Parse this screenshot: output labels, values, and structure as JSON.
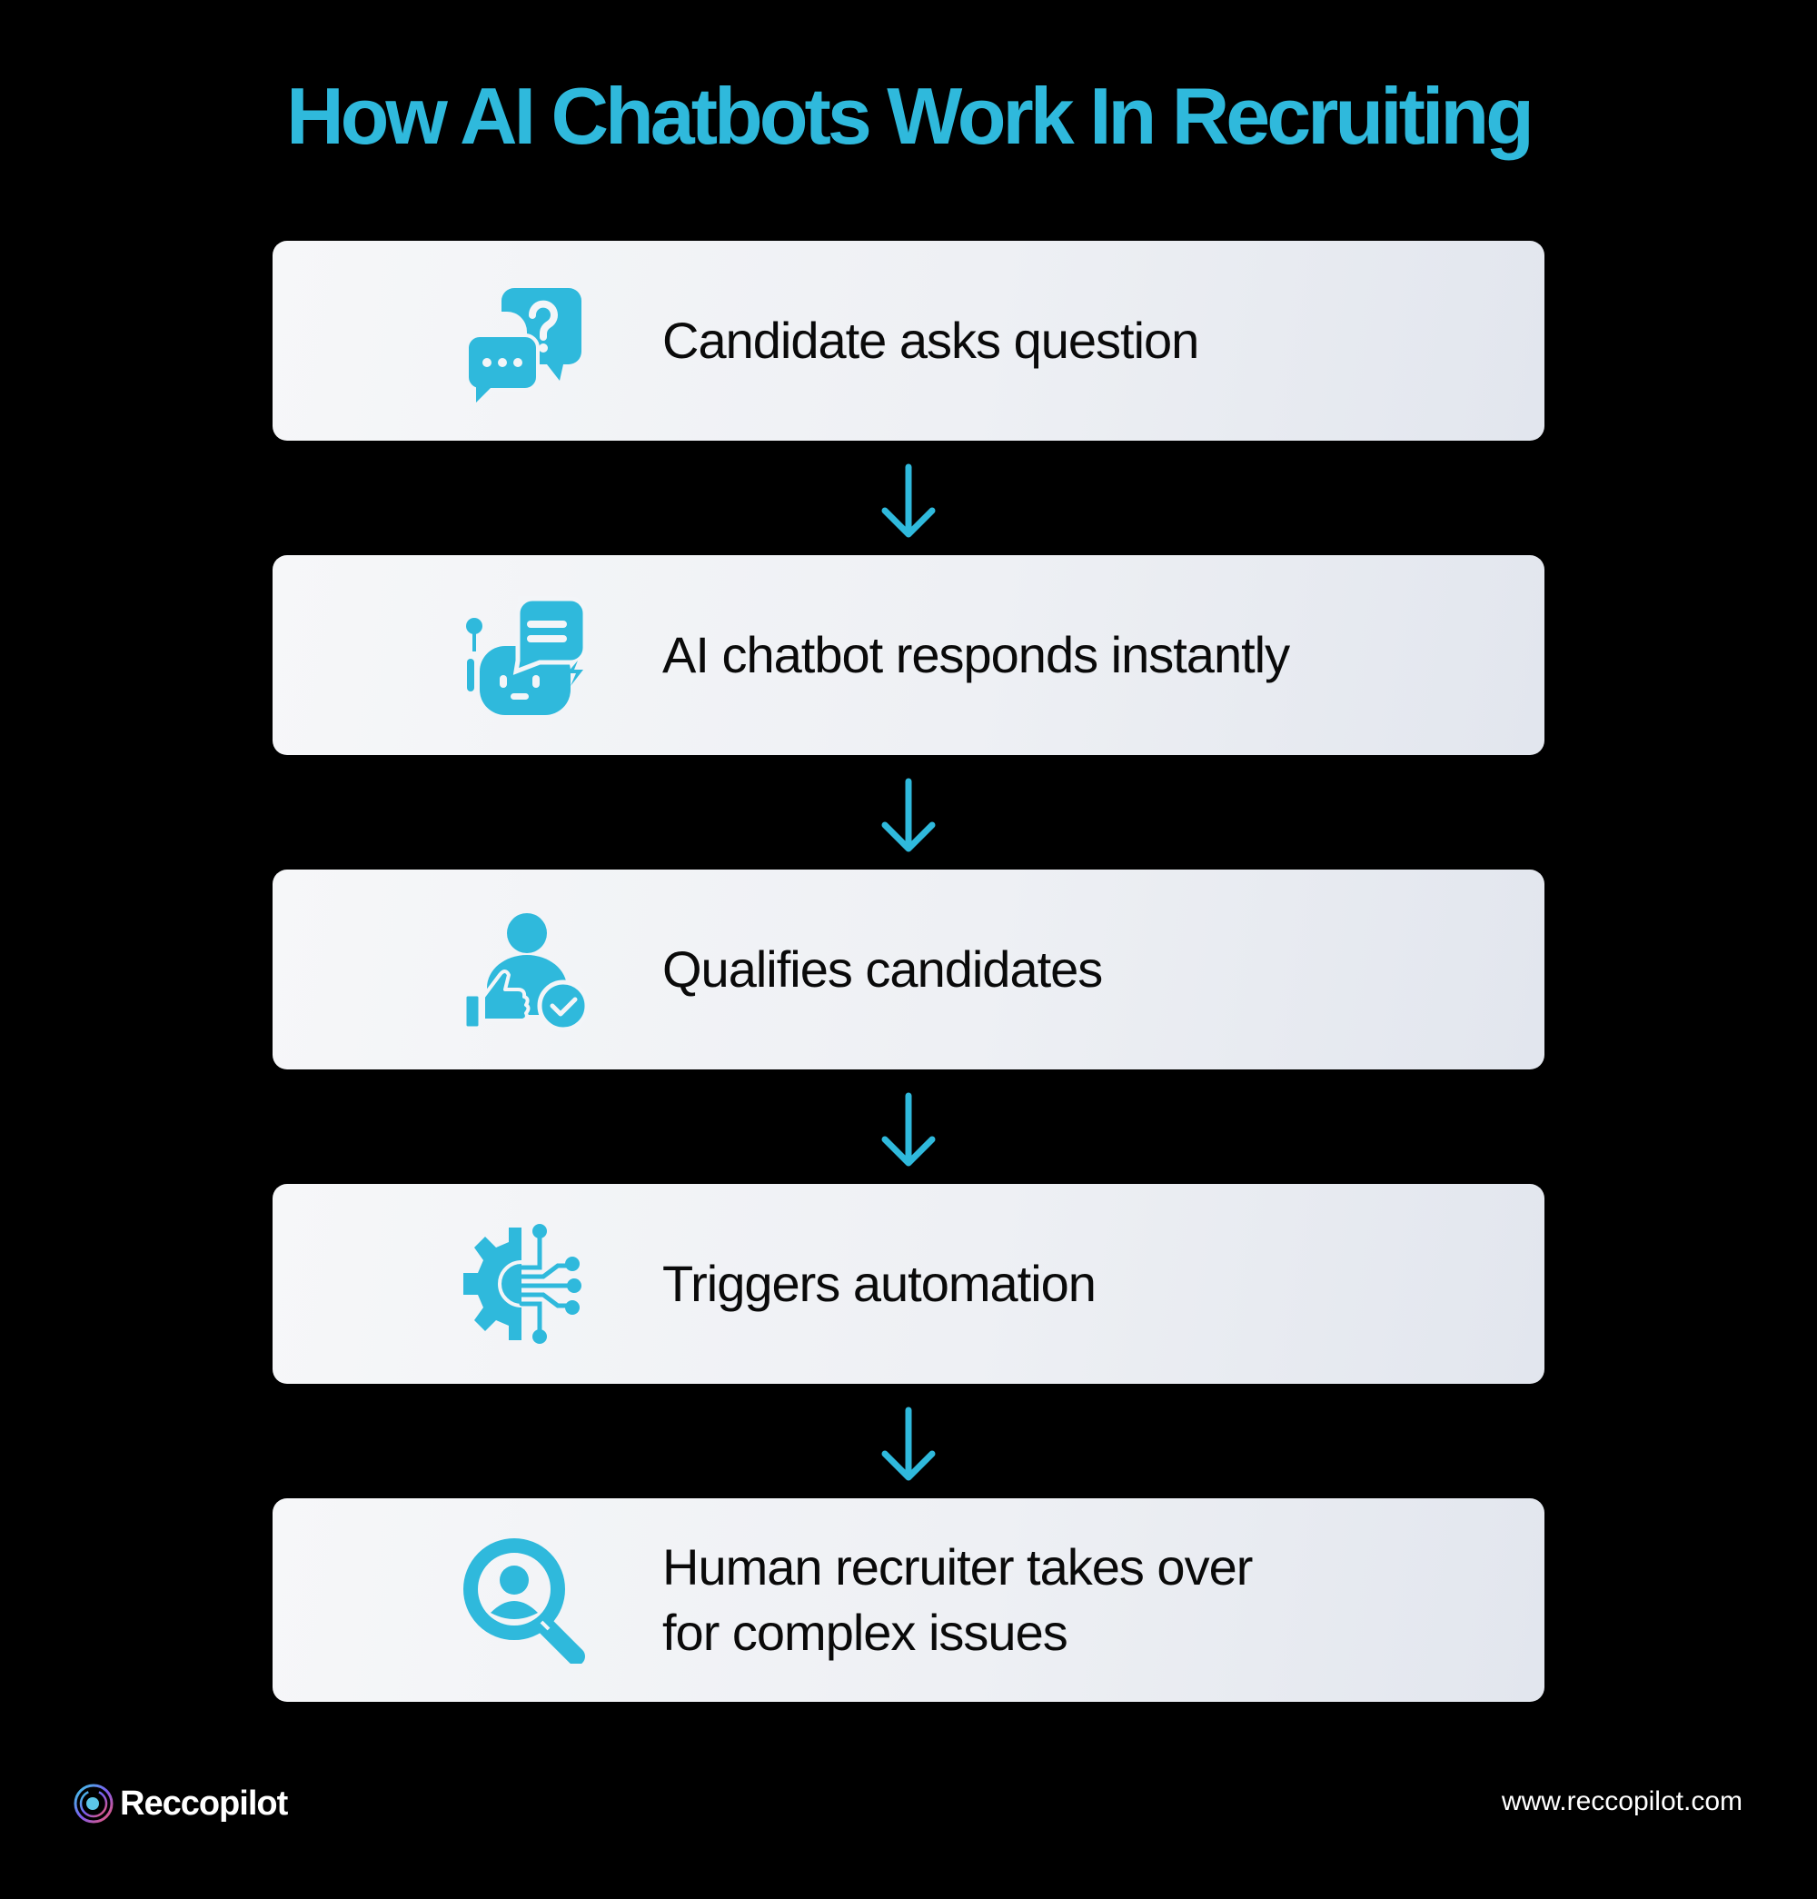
{
  "title": "How AI Chatbots Work In Recruiting",
  "colors": {
    "background": "#000000",
    "accent": "#2fb9dc",
    "card_start": "#f6f7f9",
    "card_end": "#e2e6ee",
    "text": "#0a0a0a"
  },
  "steps": [
    {
      "label": "Candidate asks question",
      "icon": "chat-question-icon"
    },
    {
      "label": "AI chatbot responds instantly",
      "icon": "chatbot-icon"
    },
    {
      "label": "Qualifies candidates",
      "icon": "qualified-candidate-icon"
    },
    {
      "label": "Triggers automation",
      "icon": "automation-gear-icon"
    },
    {
      "label_line1": "Human recruiter takes over",
      "label_line2": "for complex issues",
      "icon": "recruiter-search-icon"
    }
  ],
  "connector_icon": "arrow-down-icon",
  "footer": {
    "brand": "Reccopilot",
    "brand_icon": "reccopilot-logo-icon",
    "url": "www.reccopilot.com"
  }
}
